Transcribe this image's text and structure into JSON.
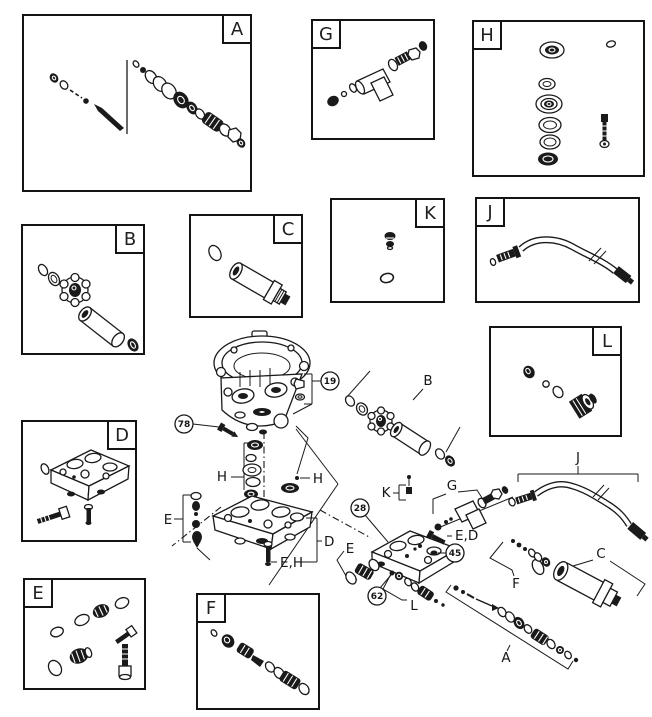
{
  "diagram": {
    "description": "Exploded parts diagram of a pressure-washer pump assembly with lettered service-kit inset boxes",
    "colors": {
      "line": "#1a1a1a",
      "background": "#ffffff"
    }
  },
  "kits": {
    "A": {
      "label": "A"
    },
    "B": {
      "label": "B"
    },
    "C": {
      "label": "C"
    },
    "D": {
      "label": "D"
    },
    "E": {
      "label": "E"
    },
    "F": {
      "label": "F"
    },
    "G": {
      "label": "G"
    },
    "H": {
      "label": "H"
    },
    "J": {
      "label": "J"
    },
    "K": {
      "label": "K"
    },
    "L": {
      "label": "L"
    }
  },
  "callouts": {
    "c19": "19",
    "c78": "78",
    "c28": "28",
    "c45": "45",
    "c62": "62"
  },
  "refs": {
    "b": "B",
    "h_left": "H",
    "h_right": "H",
    "e_left": "E",
    "d": "D",
    "eh": "E,H",
    "k": "K",
    "g": "G",
    "ed": "E,D",
    "e_mid": "E",
    "j": "J",
    "c": "C",
    "f": "F",
    "l": "L",
    "a": "A"
  }
}
